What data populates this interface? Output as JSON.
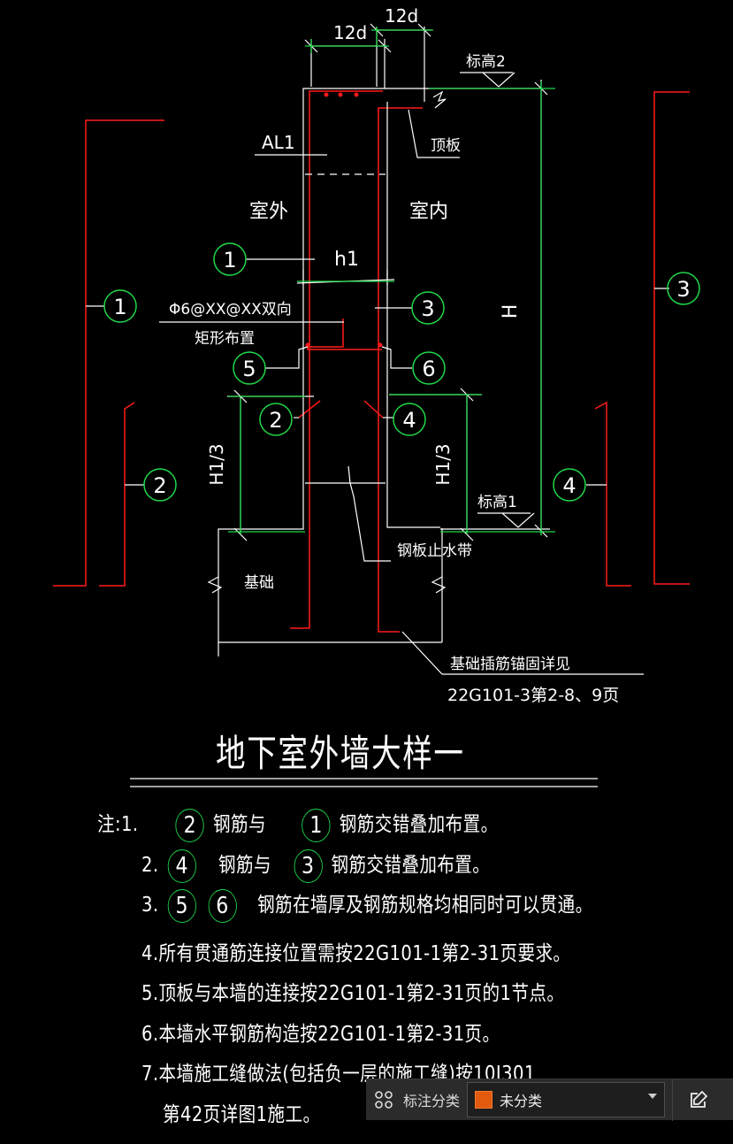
{
  "drawing": {
    "dim_12d_left": "12d",
    "dim_12d_right": "12d",
    "elev2": "标高2",
    "elev1": "标高1",
    "al1": "AL1",
    "top_slab": "顶板",
    "outside": "室外",
    "inside": "室内",
    "h1": "h1",
    "h_label": "H",
    "rebar_spec": "Φ6@XX@XX双向",
    "rebar_layout": "矩形布置",
    "h13_left": "H1/3",
    "h13_right": "H1/3",
    "waterstop": "钢板止水带",
    "foundation": "基础",
    "anchor_note": "基础插筋锚固详见",
    "anchor_ref": "22G101-3第2-8、9页",
    "markers": [
      "1",
      "2",
      "3",
      "4",
      "5",
      "6"
    ]
  },
  "title": "地下室外墙大样一",
  "notes": {
    "n1_prefix": "注:1.",
    "n1_a": "2",
    "n1_mid": "钢筋与",
    "n1_b": "1",
    "n1_suffix": "钢筋交错叠加布置。",
    "n2_prefix": "2.",
    "n2_a": "4",
    "n2_mid": "钢筋与",
    "n2_b": "3",
    "n2_suffix": "钢筋交错叠加布置。",
    "n3_prefix": "3.",
    "n3_a": "5",
    "n3_b": "6",
    "n3_suffix": "钢筋在墙厚及钢筋规格均相同时可以贯通。",
    "n4": "4.所有贯通筋连接位置需按22G101-1第2-31页要求。",
    "n5": "5.顶板与本墙的连接按22G101-1第2-31页的1节点。",
    "n6": "6.本墙水平钢筋构造按22G101-1第2-31页。",
    "n7": "7.本墙施工缝做法(包括负一层的施工缝)按10J301",
    "n7b": "第42页详图1施工。"
  },
  "toolbar": {
    "label": "标注分类",
    "selected": "未分类",
    "swatch_color": "#e25a0e"
  },
  "colors": {
    "red": "#ff1a1a",
    "green": "#1fd84a",
    "white": "#ffffff"
  }
}
